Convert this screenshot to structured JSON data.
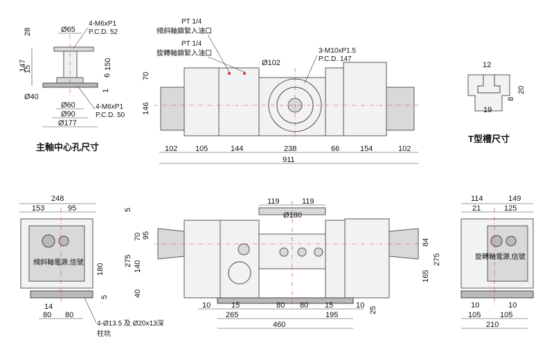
{
  "captions": {
    "spindle_hole": "主軸中心孔尺寸",
    "t_slot": "T型槽尺寸",
    "tilt_power": "傾斜軸電源,信號",
    "rotary_power": "旋轉軸電源,信號"
  },
  "notes": {
    "thread_top": "4-M6xP1",
    "pcd_top": "P.C.D. 52",
    "thread_bottom": "4-M6xP1",
    "pcd_bottom": "P.C.D. 50",
    "pt_tilt_1": "PT 1/4",
    "pt_tilt_2": "傾斜軸鎖緊入油口",
    "pt_rot_1": "PT 1/4",
    "pt_rot_2": "旋轉軸鎖緊入油口",
    "thread_table": "3-M10xP1.5",
    "pcd_table": "P.C.D. 147",
    "bolt_holes": "4-Ø13.5 及 Ø20x13深",
    "counterbore": "柱坑"
  },
  "spindle_view": {
    "d65": "Ø65",
    "d40": "Ø40",
    "d60": "Ø60",
    "d90": "Ø90",
    "d177": "Ø177",
    "h28": "28",
    "h147": "147",
    "h15": "15",
    "h150": "150",
    "h6": "6",
    "h1": "1"
  },
  "top_view": {
    "h70": "70",
    "h146": "146",
    "d102": "Ø102",
    "widths": [
      "102",
      "105",
      "144",
      "238",
      "66",
      "154",
      "102"
    ],
    "total": "911"
  },
  "t_slot": {
    "w12": "12",
    "h20": "20",
    "h8": "8",
    "w19": "19"
  },
  "left_view": {
    "w248": "248",
    "w153": "153",
    "w95": "95",
    "h180": "180",
    "h5": "5",
    "w14": "14",
    "w80a": "80",
    "w80b": "80"
  },
  "front_view": {
    "w119a": "119",
    "w119b": "119",
    "d180": "Ø180",
    "h5": "5",
    "h70": "70",
    "h95": "95",
    "h275": "275",
    "h140": "140",
    "h40": "40",
    "h84": "84",
    "h275r": "275",
    "h165": "165",
    "h25": "25",
    "b10a": "10",
    "b15a": "15",
    "b80a": "80",
    "b80b": "80",
    "b15b": "15",
    "b10b": "10",
    "w265": "265",
    "w195": "195",
    "w460": "460"
  },
  "right_view": {
    "w114": "114",
    "w149": "149",
    "w21": "21",
    "w125": "125",
    "b10a": "10",
    "b10b": "10",
    "w105a": "105",
    "w105b": "105",
    "w210": "210"
  }
}
